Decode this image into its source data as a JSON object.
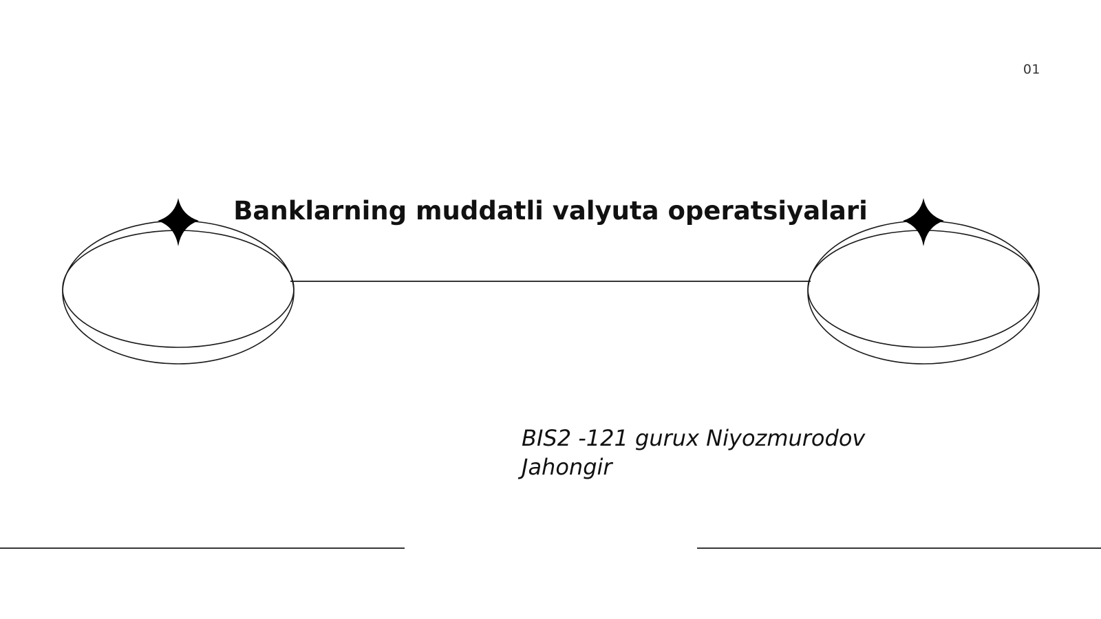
{
  "slide": {
    "number": "01",
    "title": "Banklarning muddatli valyuta operatsiyalari",
    "subtitle": "BIS2 -121 gurux Niyozmurodov Jahongir"
  },
  "colors": {
    "background": "#ffffff",
    "ink": "#111111"
  },
  "icons": {
    "left_star": "four-point-star-icon",
    "right_star": "four-point-star-icon"
  }
}
